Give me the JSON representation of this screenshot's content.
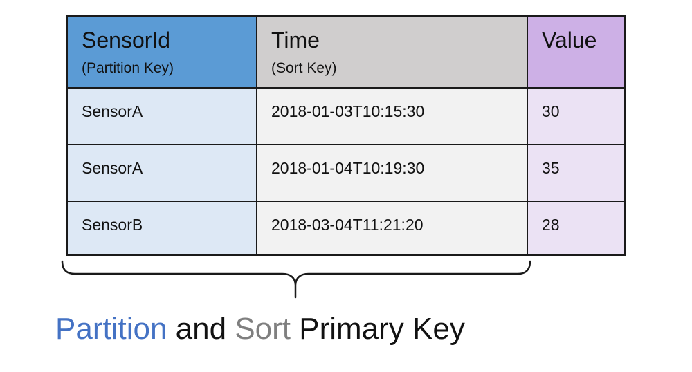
{
  "table": {
    "columns": [
      {
        "name": "SensorId",
        "sub": "(Partition Key)"
      },
      {
        "name": "Time",
        "sub": "(Sort Key)"
      },
      {
        "name": "Value",
        "sub": ""
      }
    ],
    "rows": [
      [
        "SensorA",
        "2018-01-03T10:15:30",
        "30"
      ],
      [
        "SensorA",
        "2018-01-04T10:19:30",
        "35"
      ],
      [
        "SensorB",
        "2018-03-04T11:21:20",
        "28"
      ]
    ]
  },
  "caption": {
    "partition": "Partition",
    "and": "and",
    "sort": "Sort",
    "rest": "Primary Key"
  },
  "colors": {
    "partition_header": "#5b9bd5",
    "sort_header": "#d0cece",
    "value_header": "#cdb0e6",
    "partition_text": "#4472c4",
    "sort_text": "#7f7f7f"
  }
}
